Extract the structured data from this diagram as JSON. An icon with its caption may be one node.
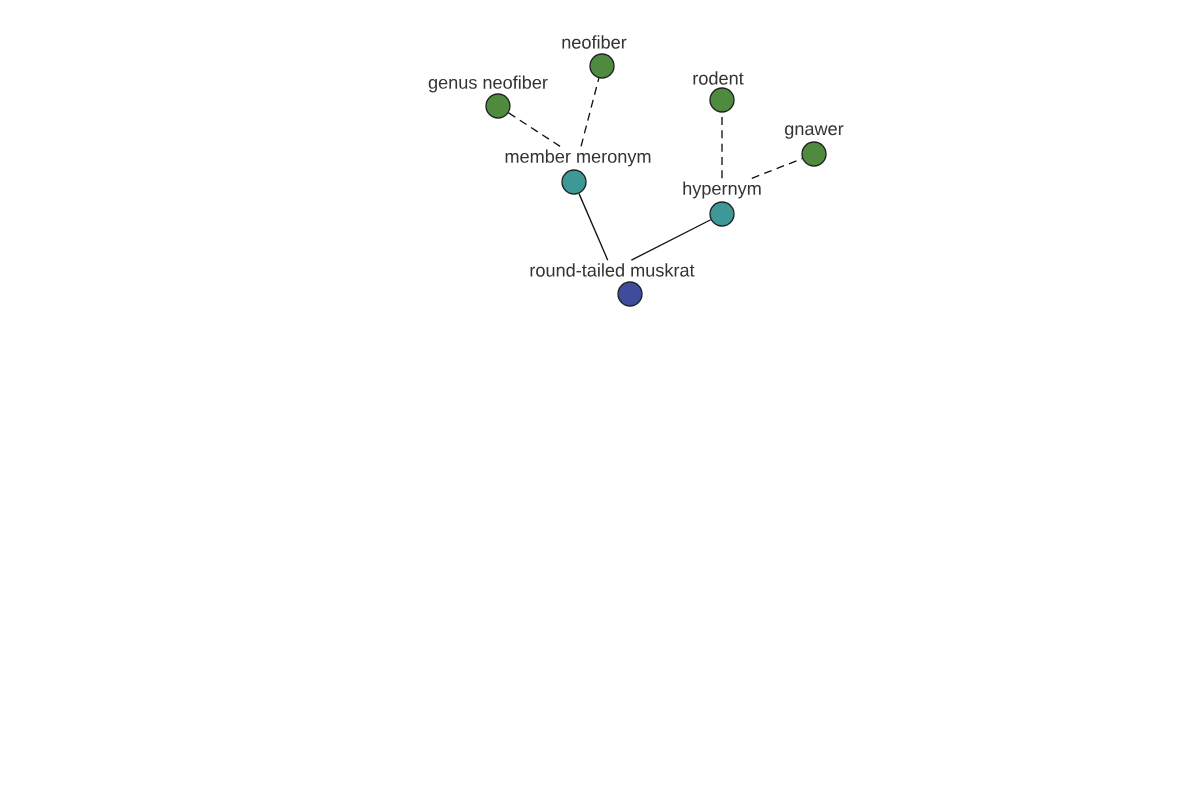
{
  "diagram": {
    "nodes": [
      {
        "text": [
          "neofiber"
        ]
      },
      {
        "text": [
          "rodent"
        ]
      },
      {
        "text": [
          "genus neofiber"
        ]
      },
      {
        "text": [
          "gnawer"
        ]
      },
      {
        "text": [
          "member meronym"
        ]
      },
      {
        "text": [
          "hypernym"
        ]
      },
      {
        "text": [
          "round-tailed muskrat"
        ]
      }
    ],
    "edges": [
      {
        "from": 6,
        "to": 4,
        "arrow": "none"
      },
      {
        "from": 6,
        "to": 5,
        "arrow": "none"
      },
      {
        "from": 4,
        "to": 2,
        "arrow": "none",
        "style": "dashed"
      },
      {
        "from": 4,
        "to": 0,
        "arrow": "none",
        "style": "dashed"
      },
      {
        "from": 5,
        "to": 1,
        "arrow": "none",
        "style": "dashed"
      },
      {
        "from": 5,
        "to": 3,
        "arrow": "none",
        "style": "dashed"
      }
    ]
  }
}
